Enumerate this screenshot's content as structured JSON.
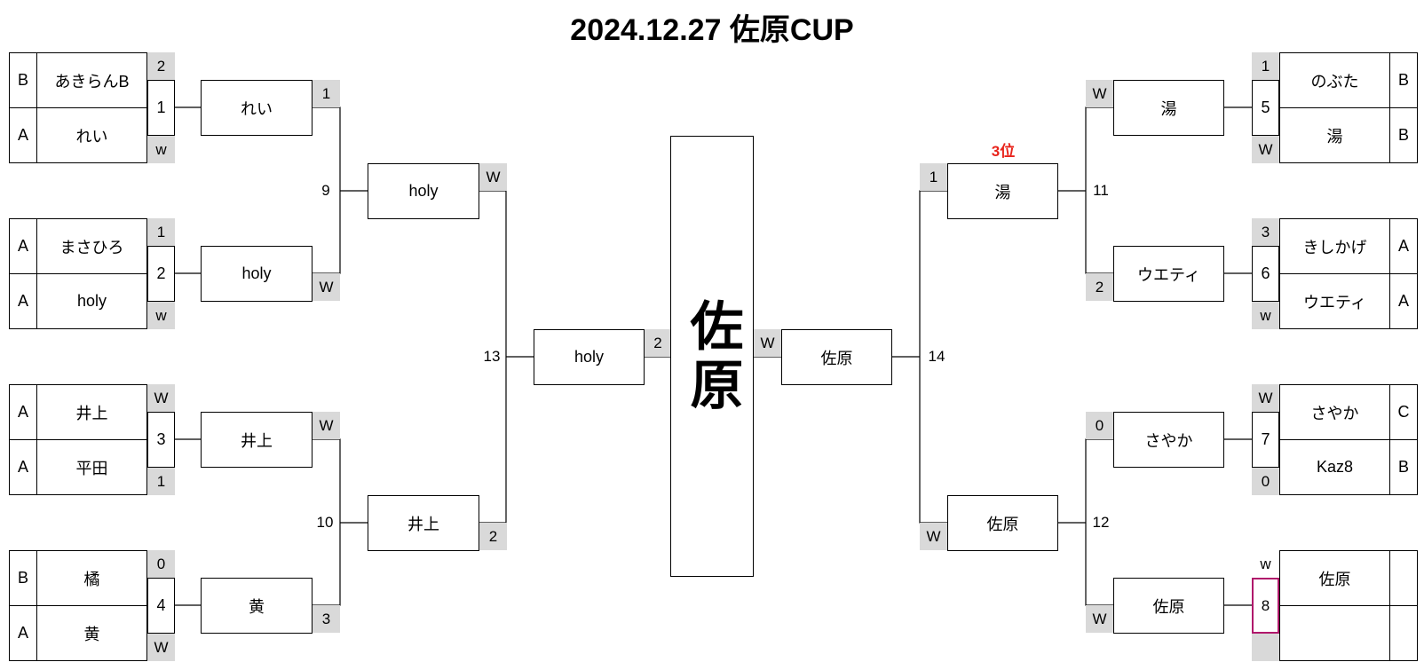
{
  "title": "2024.12.27 佐原CUP",
  "champion": "佐原",
  "third_place_label": "3位",
  "r1": {
    "m1": {
      "t1": {
        "cls": "B",
        "name": "あきらんB",
        "score": "2"
      },
      "t2": {
        "cls": "A",
        "name": "れい",
        "score": "w"
      },
      "num": "1"
    },
    "m2": {
      "t1": {
        "cls": "A",
        "name": "まさひろ",
        "score": "1"
      },
      "t2": {
        "cls": "A",
        "name": "holy",
        "score": "w"
      },
      "num": "2"
    },
    "m3": {
      "t1": {
        "cls": "A",
        "name": "井上",
        "score": "W"
      },
      "t2": {
        "cls": "A",
        "name": "平田",
        "score": "1"
      },
      "num": "3"
    },
    "m4": {
      "t1": {
        "cls": "B",
        "name": "橘",
        "score": "0"
      },
      "t2": {
        "cls": "A",
        "name": "黄",
        "score": "W"
      },
      "num": "4"
    },
    "m5": {
      "t1": {
        "cls": "B",
        "name": "のぶた",
        "score": "1"
      },
      "t2": {
        "cls": "B",
        "name": "湯",
        "score": "W"
      },
      "num": "5"
    },
    "m6": {
      "t1": {
        "cls": "A",
        "name": "きしかげ",
        "score": "3"
      },
      "t2": {
        "cls": "A",
        "name": "ウエティ",
        "score": "w"
      },
      "num": "6"
    },
    "m7": {
      "t1": {
        "cls": "C",
        "name": "さやか",
        "score": "W"
      },
      "t2": {
        "cls": "B",
        "name": "Kaz8",
        "score": "0"
      },
      "num": "7"
    },
    "m8": {
      "t1": {
        "cls": "",
        "name": "佐原",
        "score": "w"
      },
      "t2": {
        "cls": "",
        "name": "",
        "score": ""
      },
      "num": "8"
    }
  },
  "r2": {
    "left": [
      {
        "name": "れい",
        "score": "1"
      },
      {
        "name": "holy",
        "score": "W"
      },
      {
        "name": "井上",
        "score": "W"
      },
      {
        "name": "黄",
        "score": "3"
      }
    ],
    "right": [
      {
        "name": "湯",
        "score": "W"
      },
      {
        "name": "ウエティ",
        "score": "2"
      },
      {
        "name": "さやか",
        "score": "0"
      },
      {
        "name": "佐原",
        "score": "W"
      }
    ],
    "nums": {
      "left_top": "9",
      "left_bottom": "10",
      "right_top": "11",
      "right_bottom": "12"
    }
  },
  "r3": {
    "left": [
      {
        "name": "holy",
        "score": "W"
      },
      {
        "name": "井上",
        "score": "2"
      }
    ],
    "right": [
      {
        "name": "湯",
        "score": "1"
      },
      {
        "name": "佐原",
        "score": "W"
      }
    ],
    "nums": {
      "left": "13",
      "right": "14"
    }
  },
  "final": {
    "left": {
      "name": "holy",
      "score": "2"
    },
    "right": {
      "name": "佐原",
      "score": "W"
    }
  }
}
